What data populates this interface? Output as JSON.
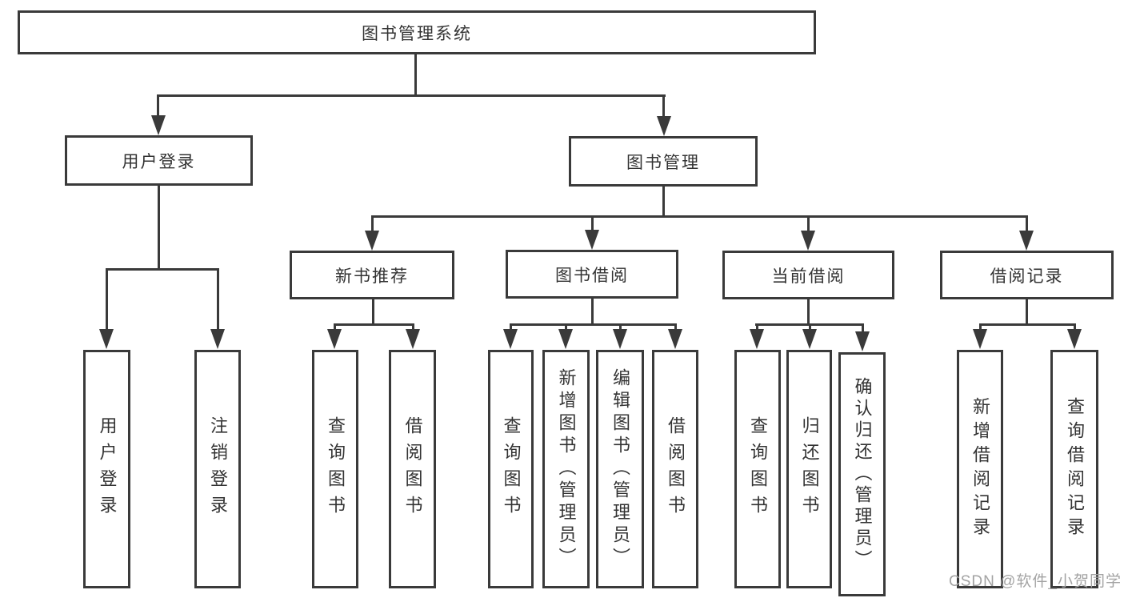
{
  "tree": {
    "root": {
      "label": "图书管理系统"
    },
    "children": [
      {
        "label": "用户登录",
        "children": [
          {
            "label": "用户登录"
          },
          {
            "label": "注销登录"
          }
        ]
      },
      {
        "label": "图书管理",
        "children": [
          {
            "label": "新书推荐",
            "children": [
              {
                "label": "查询图书"
              },
              {
                "label": "借阅图书"
              }
            ]
          },
          {
            "label": "图书借阅",
            "children": [
              {
                "label": "查询图书"
              },
              {
                "label": "新增图书（管理员）"
              },
              {
                "label": "编辑图书（管理员）"
              },
              {
                "label": "借阅图书"
              }
            ]
          },
          {
            "label": "当前借阅",
            "children": [
              {
                "label": "查询图书"
              },
              {
                "label": "归还图书"
              },
              {
                "label": "确认归还（管理员）"
              }
            ]
          },
          {
            "label": "借阅记录",
            "children": [
              {
                "label": "新增借阅记录"
              },
              {
                "label": "查询借阅记录"
              }
            ]
          }
        ]
      }
    ]
  },
  "watermark": {
    "text": "CSDN @软件_小贺同学"
  },
  "colors": {
    "line": "#3a3a3a",
    "text": "#333333",
    "watermark": "#a3a3a3"
  }
}
